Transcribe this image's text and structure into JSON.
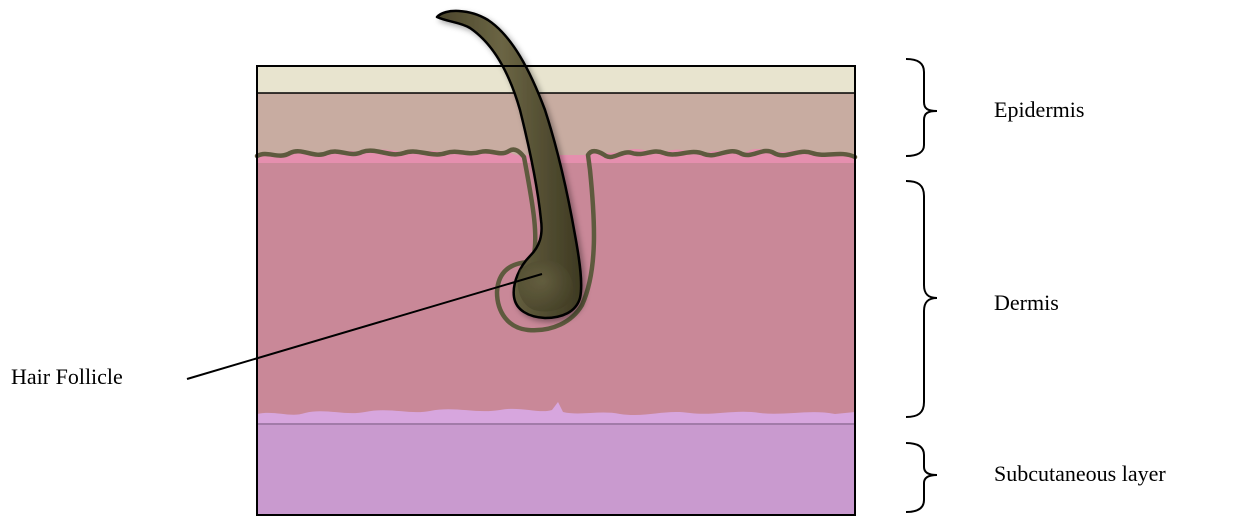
{
  "labels": {
    "epidermis": "Epidermis",
    "dermis": "Dermis",
    "subcutaneous": "Subcutaneous layer",
    "hair_follicle": "Hair Follicle"
  },
  "colors": {
    "stratum_corneum": "#E8E4CF",
    "epidermis": "#C8ACA1",
    "dermis": "#C98898",
    "dermis_wave": "#E58FAE",
    "subcutaneous": "#C99ACF",
    "subcutaneous_wave": "#D7A6DE",
    "hair": "#5C5738",
    "hair_outline": "#5E5A3E",
    "border": "#000000"
  }
}
